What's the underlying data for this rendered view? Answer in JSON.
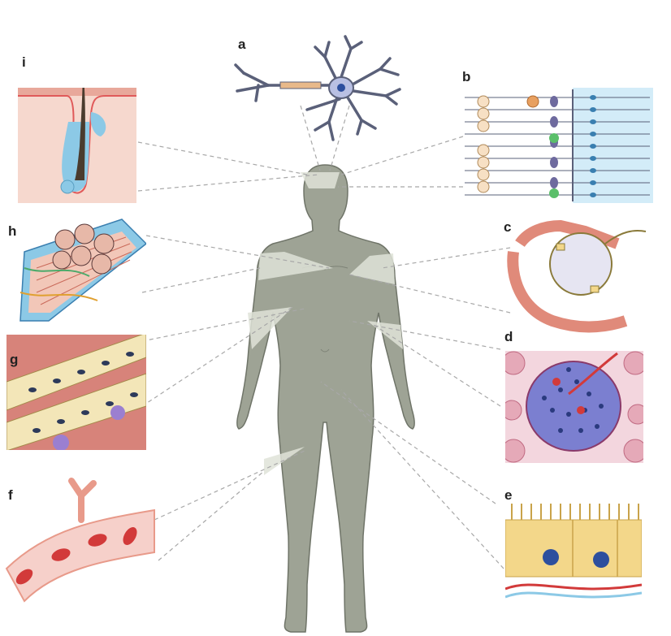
{
  "panel_labels": {
    "a": "a",
    "b": "b",
    "c": "c",
    "d": "d",
    "e": "e",
    "f": "f",
    "g": "g",
    "h": "h",
    "i": "i"
  },
  "colors": {
    "body": "#9ea395",
    "body_outline": "#6f7468",
    "leader_line": "#a8a8a8",
    "callout_wedge": "#dfe3d8",
    "skin": "#e8a89b",
    "blood": "#d23a3a",
    "vessel": "#e89a8a",
    "neuron": "#5a6079",
    "epithelium": "#f3d78a",
    "nucleus": "#2d4f9e",
    "islet": "#7b7fd0",
    "retina_blue": "#8cc9e6"
  },
  "icons": {
    "a": "neuron-icon",
    "b": "retina-layers-icon",
    "c": "alveolus-icon",
    "d": "pancreatic-islet-icon",
    "e": "intestinal-epithelium-icon",
    "f": "blood-vessel-icon",
    "g": "kidney-tubule-icon",
    "h": "muscle-fiber-icon",
    "i": "hair-follicle-icon"
  }
}
